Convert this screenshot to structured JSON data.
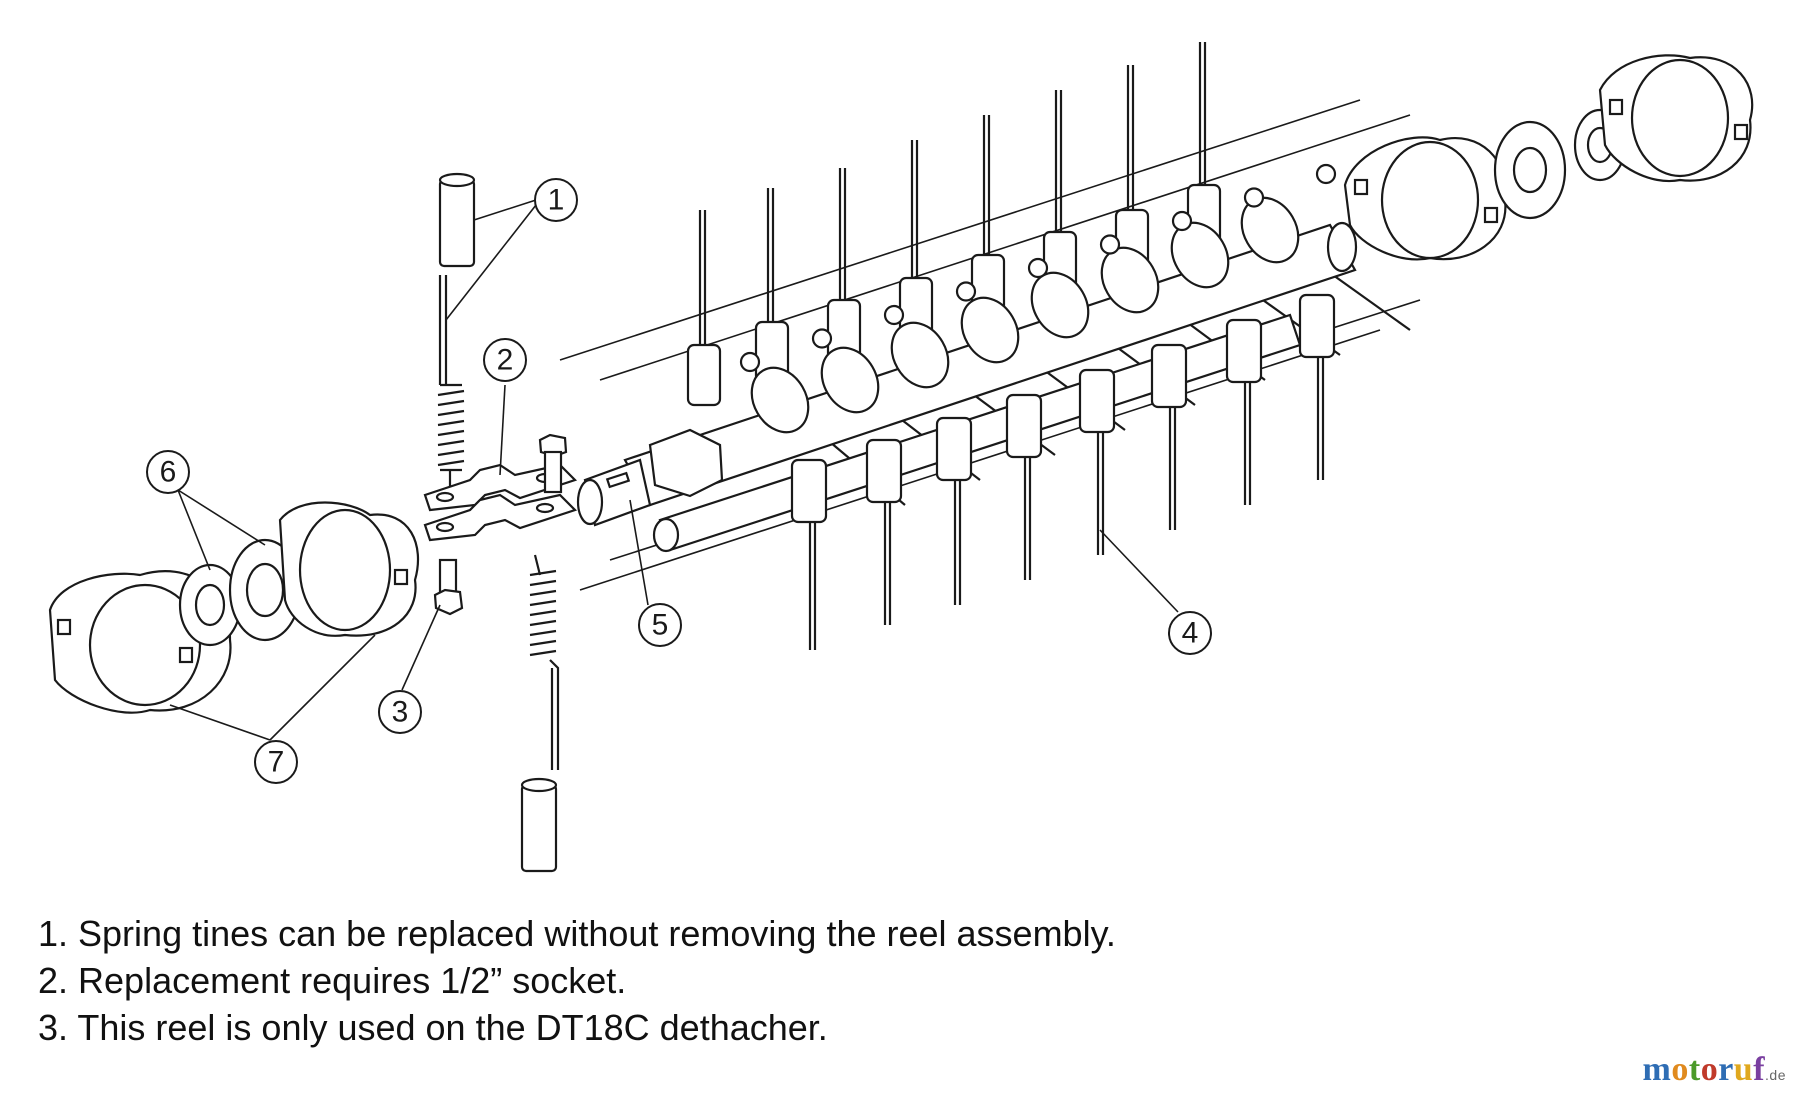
{
  "callouts": [
    "1",
    "2",
    "3",
    "4",
    "5",
    "6",
    "7"
  ],
  "notes": [
    "1. Spring tines can be replaced without removing the reel assembly.",
    "2. Replacement requires 1/2” socket.",
    "3. This reel is only used on the DT18C dethacher."
  ],
  "logo": {
    "letters": [
      "m",
      "o",
      "t",
      "o",
      "r",
      "u",
      "f"
    ],
    "colors": [
      "#2e6db4",
      "#e08a1e",
      "#4c9a2a",
      "#c03a2b",
      "#2e6db4",
      "#e0a81e",
      "#7a3fa0"
    ],
    "suffix": ".de"
  }
}
